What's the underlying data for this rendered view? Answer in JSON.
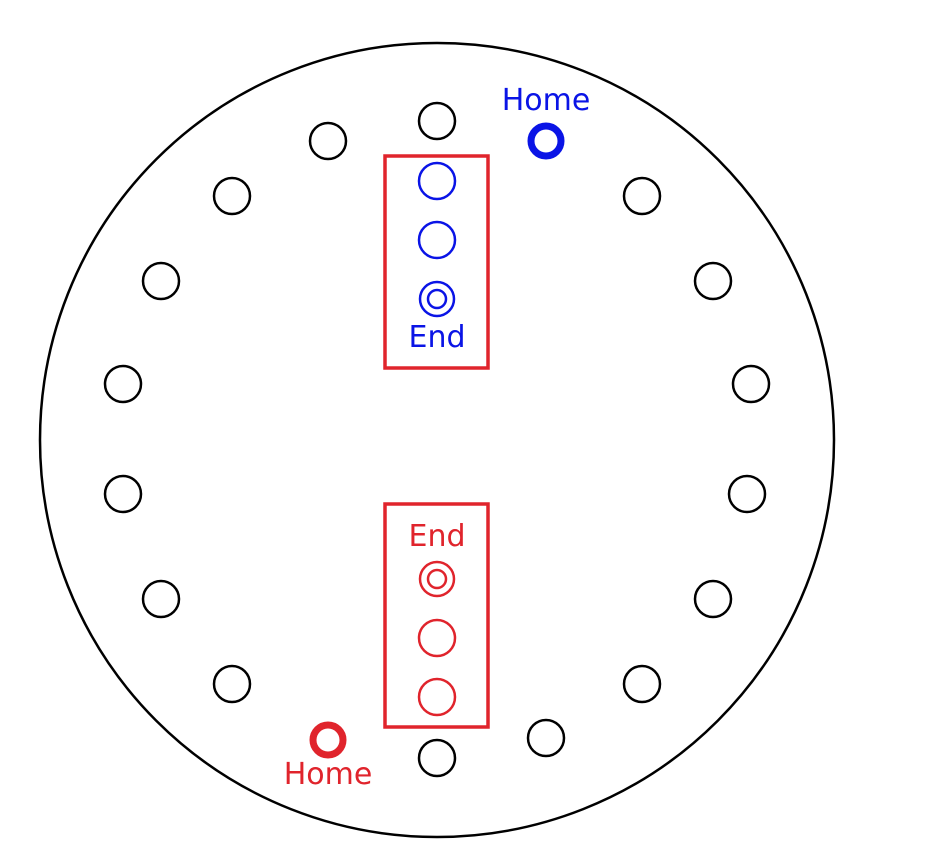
{
  "colors": {
    "outline": "#000000",
    "blue": "#0a14e6",
    "red": "#e0242c",
    "background": "#ffffff"
  },
  "players": {
    "blue": {
      "home_label": "Home",
      "end_label": "End",
      "lane_spaces": 3
    },
    "red": {
      "home_label": "Home",
      "end_label": "End",
      "lane_spaces": 3
    }
  },
  "track": {
    "space_count": 18
  }
}
